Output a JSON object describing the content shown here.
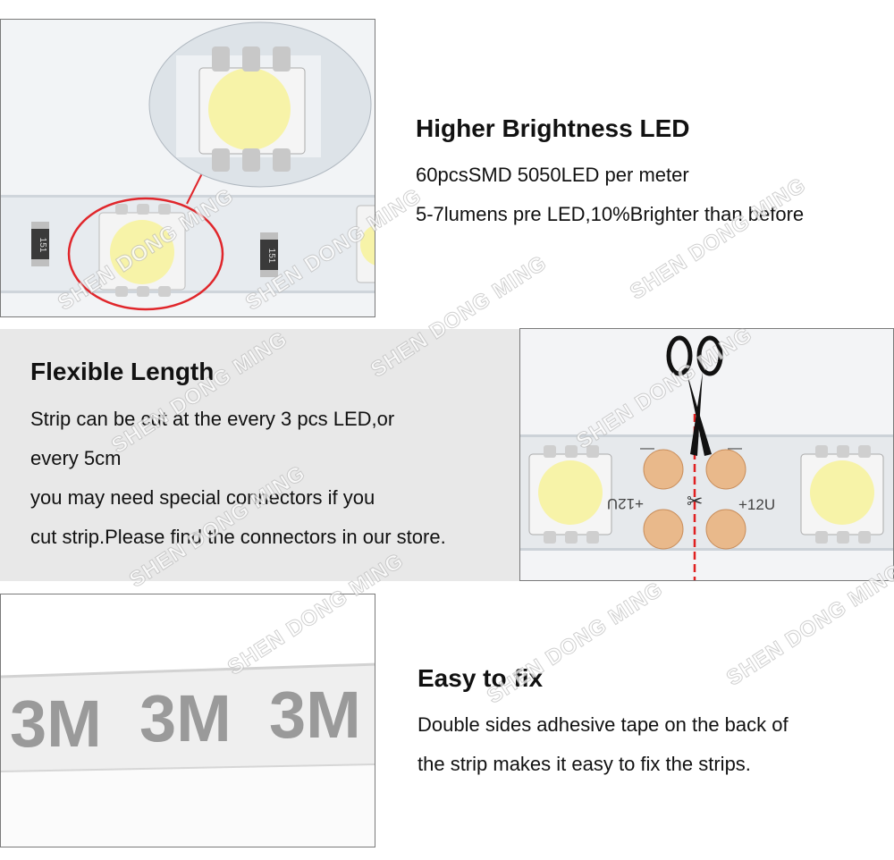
{
  "sections": [
    {
      "title": "Higher Brightness LED",
      "lines": [
        "60pcsSMD 5050LED per meter",
        "5-7lumens pre LED,10%Brighter than before"
      ]
    },
    {
      "title": "Flexible Length",
      "lines": [
        "Strip can be cut at the every 3 pcs LED,or",
        "every 5cm",
        "you may need special connectors if you",
        "cut strip.Please find the connectors in our store."
      ]
    },
    {
      "title": "Easy to fix",
      "lines": [
        "Double sides adhesive tape on the back of",
        "the strip makes it easy to fix the strips."
      ]
    }
  ],
  "watermark": "SHEN DONG MING",
  "resistor_label": "151",
  "pad_label": "+12U",
  "tape_logo": "3M",
  "colors": {
    "section_band": "#e8e8e8",
    "led_yellow": "#f7f3a8",
    "copper_pad": "#e9b98b",
    "cut_line": "#e02020",
    "circle_highlight": "#e0262b"
  }
}
